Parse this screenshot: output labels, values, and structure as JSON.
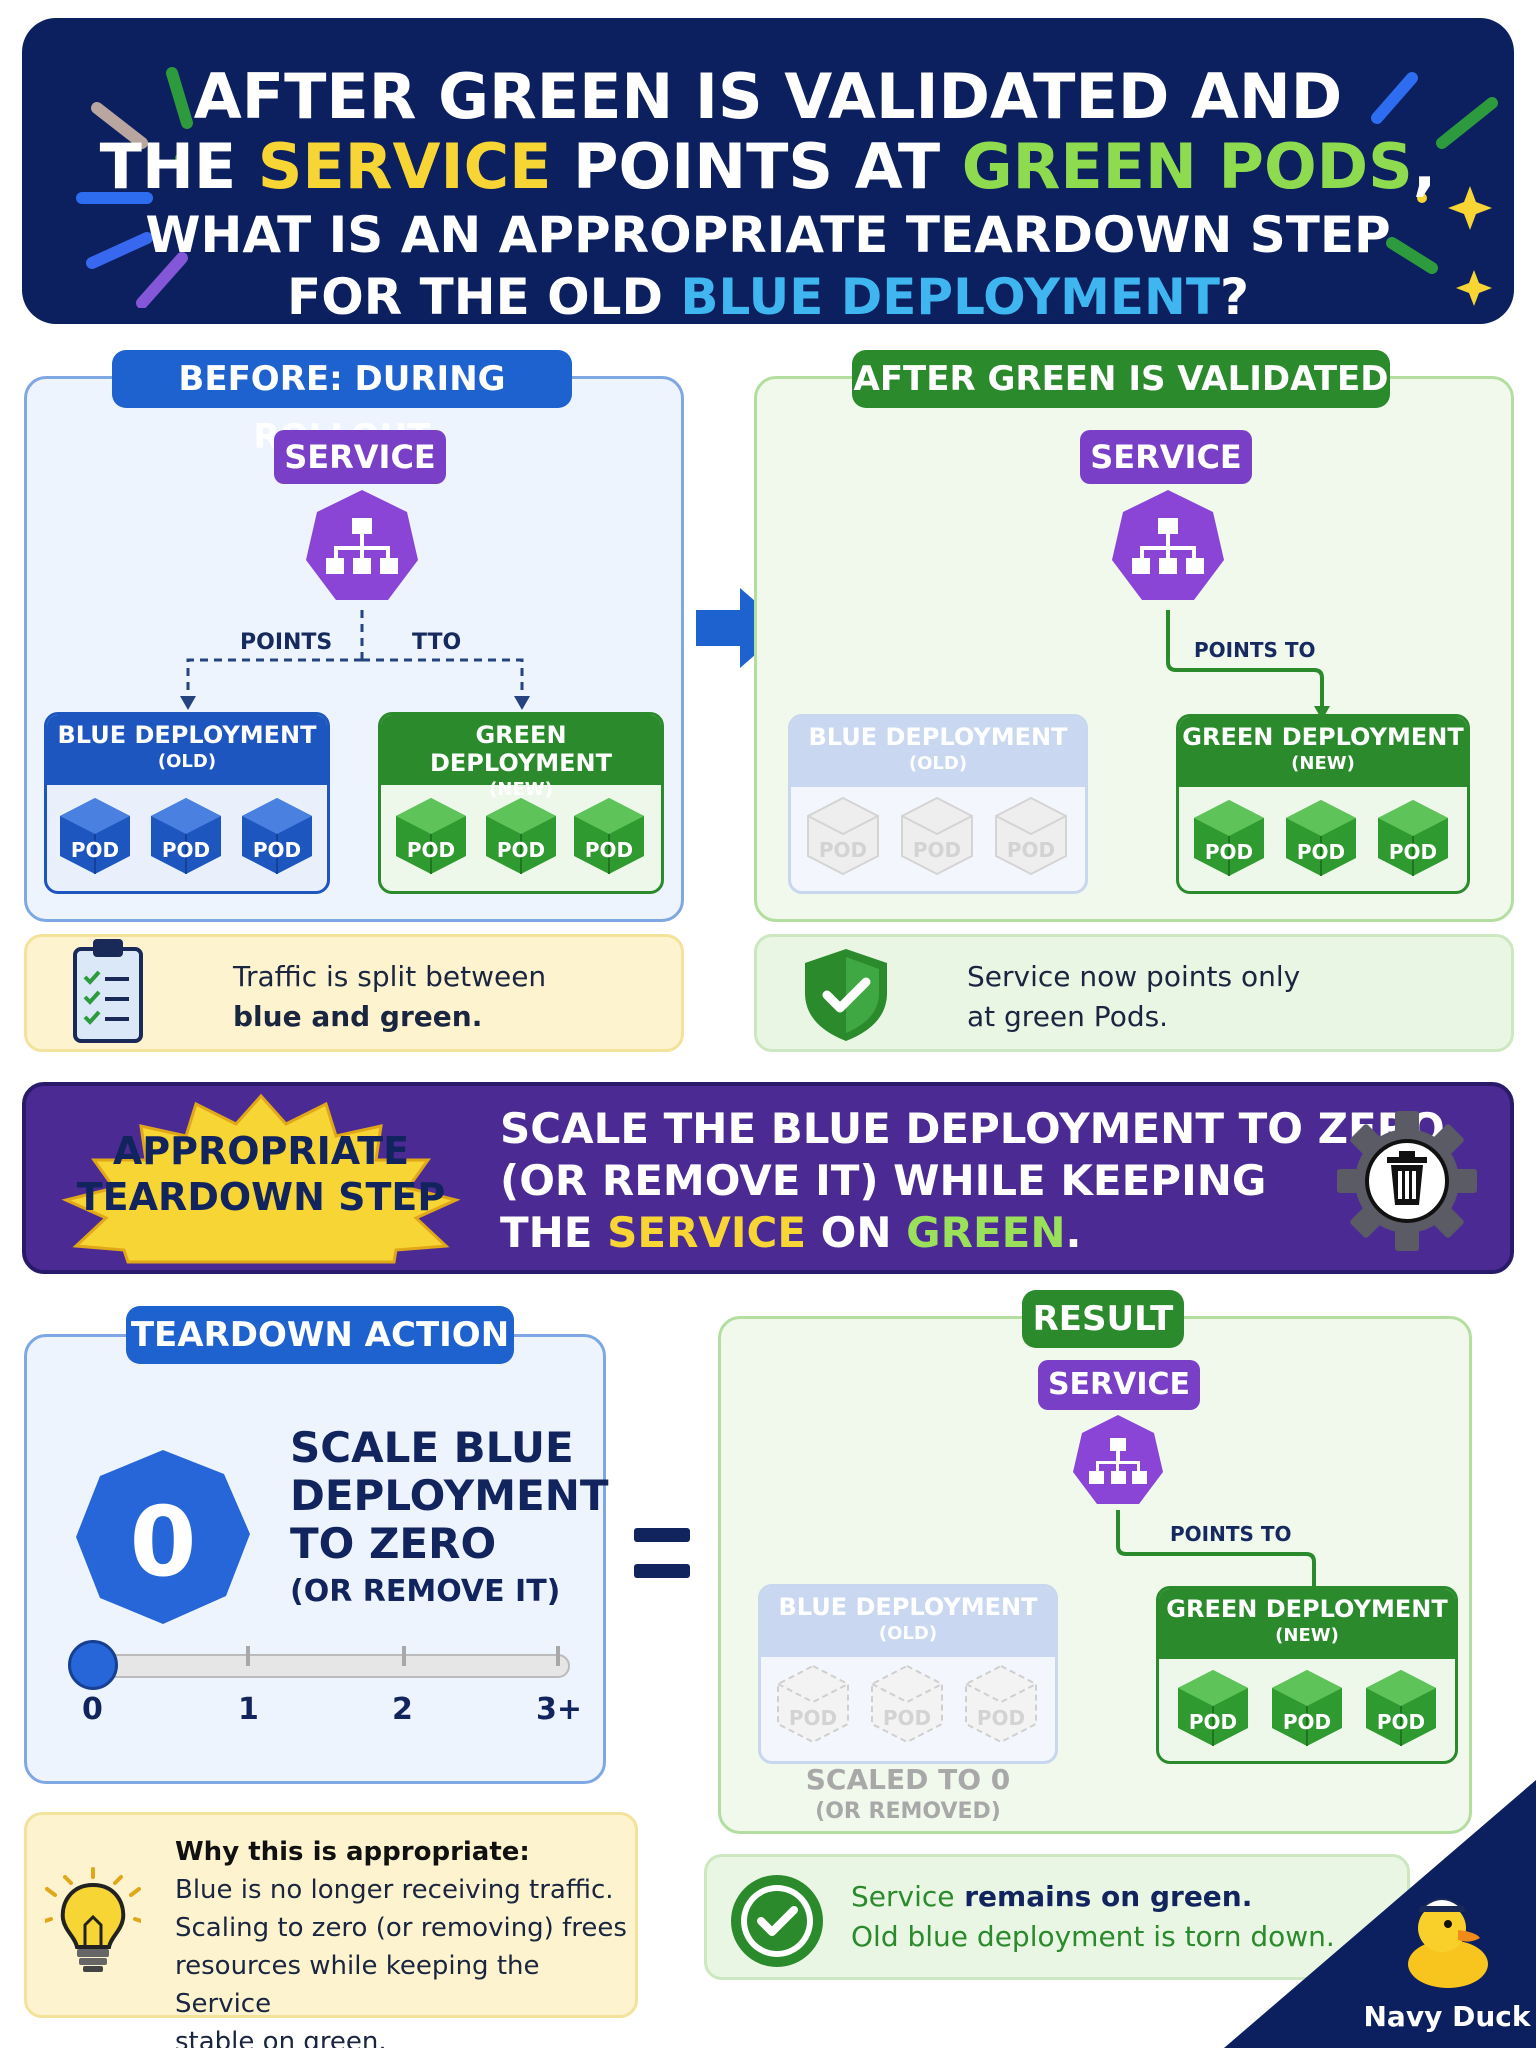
{
  "header": {
    "line1": "AFTER GREEN IS VALIDATED AND",
    "line2": {
      "pre": "THE ",
      "service": "SERVICE",
      "mid": " POINTS AT ",
      "green": "GREEN PODS",
      "post": ","
    },
    "line3": "WHAT IS AN APPROPRIATE TEARDOWN STEP",
    "line4": {
      "pre": "FOR THE OLD ",
      "blue": "BLUE DEPLOYMENT",
      "post": "?"
    }
  },
  "before_panel": {
    "title": "BEFORE: DURING ROLLOUT",
    "service": "SERVICE",
    "points_left": "POINTS",
    "points_right": "TTO",
    "blue_deployment": {
      "name": "BLUE DEPLOYMENT",
      "sub": "(OLD)",
      "pods": [
        "POD",
        "POD",
        "POD"
      ]
    },
    "green_deployment": {
      "name": "GREEN DEPLOYMENT",
      "sub": "(NEW)",
      "pods": [
        "POD",
        "POD",
        "POD"
      ]
    },
    "note": {
      "line1": "Traffic is split between",
      "line2": "blue and green."
    }
  },
  "after_panel": {
    "title": "AFTER GREEN IS VALIDATED",
    "service": "SERVICE",
    "points_to": "POINTS TO",
    "blue_deployment": {
      "name": "BLUE DEPLOYMENT",
      "sub": "(OLD)",
      "pods": [
        "POD",
        "POD",
        "POD"
      ]
    },
    "green_deployment": {
      "name": "GREEN DEPLOYMENT",
      "sub": "(NEW)",
      "pods": [
        "POD",
        "POD",
        "POD"
      ]
    },
    "note": {
      "line1": "Service now points only",
      "line2": "at green Pods."
    }
  },
  "banner": {
    "badge_line1": "APPROPRIATE",
    "badge_line2": "TEARDOWN STEP",
    "line1": "SCALE THE BLUE DEPLOYMENT TO ZERO",
    "line2": "(OR REMOVE IT) WHILE KEEPING",
    "line3": {
      "pre": "THE ",
      "service": "SERVICE",
      "mid": " ON ",
      "green": "GREEN",
      "post": "."
    },
    "icon": "trash-gear-icon"
  },
  "teardown": {
    "title": "TEARDOWN ACTION",
    "zero": "0",
    "step_line1": "SCALE BLUE",
    "step_line2": "DEPLOYMENT",
    "step_line3": "TO ZERO",
    "step_line4": "(OR REMOVE IT)",
    "slider": {
      "ticks": [
        "0",
        "1",
        "2",
        "3+"
      ],
      "value": 0
    },
    "equals": "="
  },
  "result": {
    "title": "RESULT",
    "service": "SERVICE",
    "points_to": "POINTS TO",
    "blue_deployment": {
      "name": "BLUE DEPLOYMENT",
      "sub": "(OLD)",
      "pods": [
        "POD",
        "POD",
        "POD"
      ]
    },
    "green_deployment": {
      "name": "GREEN DEPLOYMENT",
      "sub": "(NEW)",
      "pods": [
        "POD",
        "POD",
        "POD"
      ]
    },
    "scaled_line1": "SCALED TO 0",
    "scaled_line2": "(OR REMOVED)"
  },
  "why": {
    "title": "Why this is appropriate:",
    "lines": [
      "Blue is no longer receiving traffic.",
      "Scaling to zero (or removing) frees",
      "resources while keeping the Service",
      "stable on green."
    ]
  },
  "result_note": {
    "line1_pre": "Service",
    "line1_post": " remains on green.",
    "line2": "Old blue deployment is torn down."
  },
  "brand": {
    "name": "Navy Duck"
  },
  "colors": {
    "navy": "#0c1f5e",
    "purple": "#7a3fc7",
    "blue": "#1e56c0",
    "green": "#2a8a2c",
    "yellow": "#f7d534"
  }
}
